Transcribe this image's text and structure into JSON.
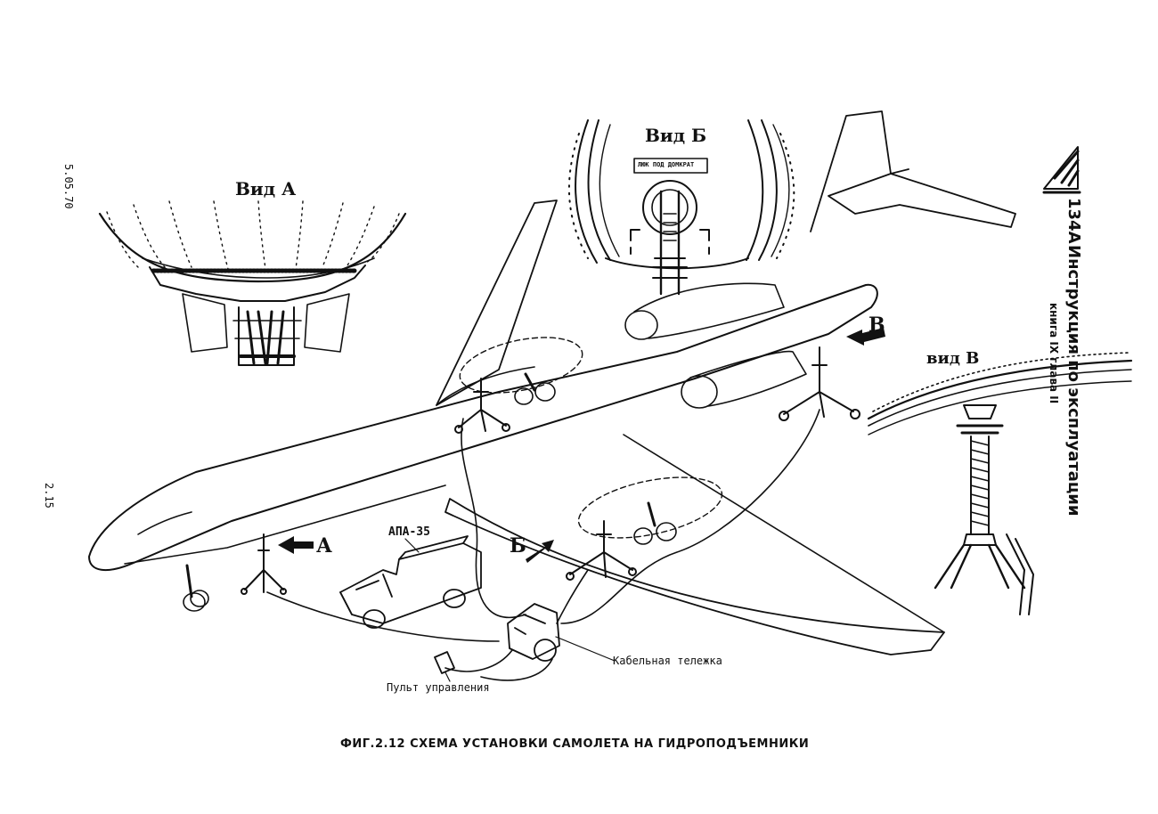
{
  "document": {
    "date": "5.05.70",
    "page_number": "2.15",
    "figure_caption": "ФИГ.2.12  СХЕМА  УСТАНОВКИ  САМОЛЕТА  НА  ГИДРОПОДЪЕМНИКИ"
  },
  "side_header": {
    "model": "134А",
    "title": "Инструкция по эксплуатации",
    "subtitle": "книга IX глава II"
  },
  "views": {
    "view_a": "Вид А",
    "view_b": "Вид Б",
    "view_v": "вид В",
    "view_b_plate": "ЛЮК ПОД ДОМКРАТ"
  },
  "arrows": {
    "a": "А",
    "b": "Б",
    "v": "В"
  },
  "labels": {
    "apa": "АПА-35",
    "cable_cart": "Кабельная тележка",
    "control_panel": "Пульт управления"
  }
}
